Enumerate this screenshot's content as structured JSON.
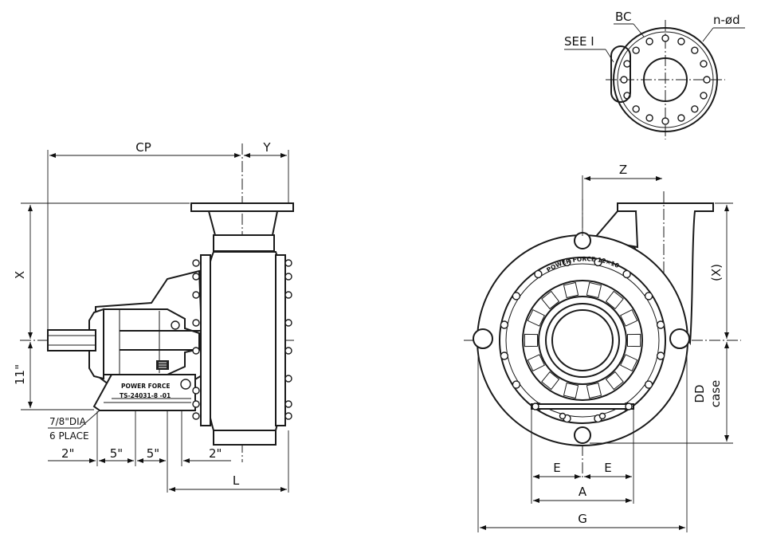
{
  "labels": {
    "cp": "CP",
    "y": "Y",
    "x": "X",
    "eleven_in": "11\"",
    "hole_dia": "7/8\"DIA",
    "hole_count": "6 PLACE",
    "two_in_left": "2\"",
    "five_in_a": "5\"",
    "five_in_b": "5\"",
    "two_in_right": "2\"",
    "l": "L",
    "z": "Z",
    "x_paren": "(X)",
    "dd": "DD",
    "dd_case": "case",
    "e_left": "E",
    "e_right": "E",
    "a": "A",
    "g": "G",
    "bc": "BC",
    "n_phi_d": "n-ød",
    "see_i": "SEE  I"
  },
  "nameplates": {
    "side_brand": "POWER FORCE",
    "side_model": "TS-24031-8  -01",
    "front_brand": "POWER FORCE 12×10"
  },
  "icons": {
    "logo": "brand-logo-icon"
  }
}
